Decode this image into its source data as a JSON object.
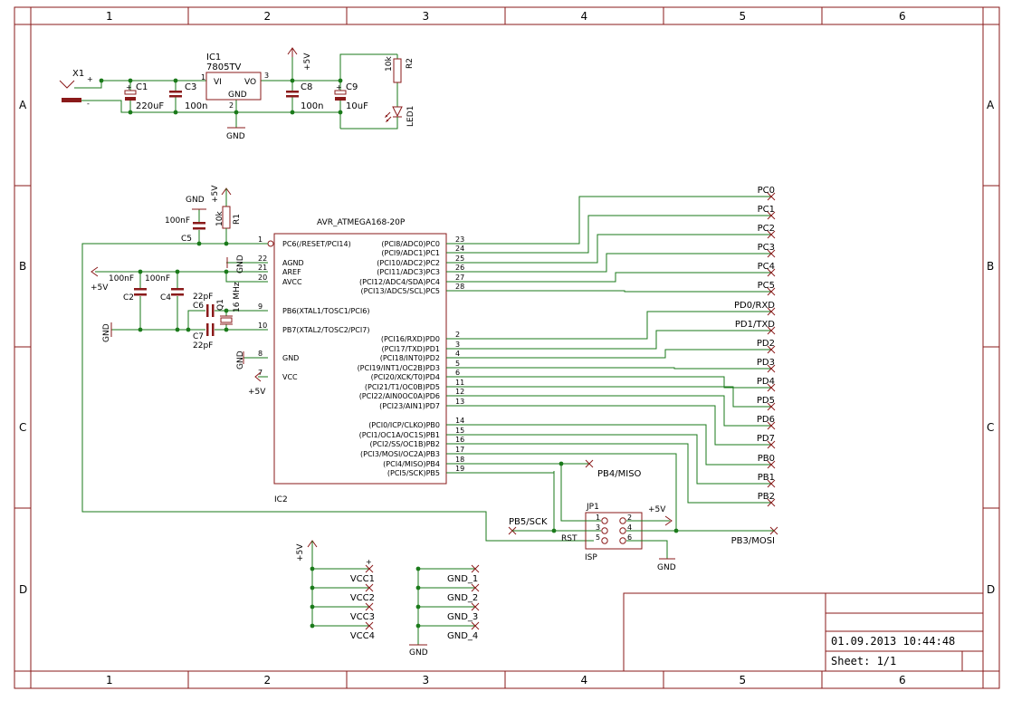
{
  "frame": {
    "columns": [
      "1",
      "2",
      "3",
      "4",
      "5",
      "6"
    ],
    "rows": [
      "A",
      "B",
      "C",
      "D"
    ]
  },
  "title_block": {
    "datetime": "01.09.2013 10:44:48",
    "sheet": "Sheet: 1/1"
  },
  "power": {
    "x1": "X1",
    "plus": "+",
    "minus": "-",
    "c1_name": "C1",
    "c1_value": "220uF",
    "c3_name": "C3",
    "c3_value": "100n",
    "ic1_name": "IC1",
    "ic1_type": "7805TV",
    "ic1_vi": "VI",
    "ic1_vo": "VO",
    "ic1_gnd": "GND",
    "ic1_pin1": "1",
    "ic1_pin2": "2",
    "ic1_pin3": "3",
    "c8_name": "C8",
    "c8_value": "100n",
    "c9_name": "C9",
    "c9_value": "10uF",
    "r2_name": "R2",
    "r2_value": "10k",
    "led1_name": "LED1",
    "plus5v": "+5V",
    "gnd": "GND"
  },
  "mcu": {
    "name": "AVR_ATMEGA168-20P",
    "ref": "IC2",
    "left_pins": [
      {
        "num": "1",
        "name": "PC6(/RESET/PCI14)"
      },
      {
        "num": "22",
        "name": "AGND"
      },
      {
        "num": "21",
        "name": "AREF"
      },
      {
        "num": "20",
        "name": "AVCC"
      },
      {
        "num": "9",
        "name": "PB6(XTAL1/TOSC1/PCI6)"
      },
      {
        "num": "10",
        "name": "PB7(XTAL2/TOSC2/PCI7)"
      },
      {
        "num": "8",
        "name": "GND"
      },
      {
        "num": "7",
        "name": "VCC"
      }
    ],
    "right_pins": [
      {
        "num": "23",
        "name": "(PCI8/ADC0)PC0",
        "net": "PC0"
      },
      {
        "num": "24",
        "name": "(PCI9/ADC1)PC1",
        "net": "PC1"
      },
      {
        "num": "25",
        "name": "(PCI10/ADC2)PC2",
        "net": "PC2"
      },
      {
        "num": "26",
        "name": "(PCI11/ADC3)PC3",
        "net": "PC3"
      },
      {
        "num": "27",
        "name": "(PCI12/ADC4/SDA)PC4",
        "net": "PC4"
      },
      {
        "num": "28",
        "name": "(PCI13/ADC5/SCL)PC5",
        "net": "PC5"
      },
      {
        "num": "2",
        "name": "(PCI16/RXD)PD0",
        "net": "PD0/RXD"
      },
      {
        "num": "3",
        "name": "(PCI17/TXD)PD1",
        "net": "PD1/TXD"
      },
      {
        "num": "4",
        "name": "(PCI18/INT0)PD2",
        "net": "PD2"
      },
      {
        "num": "5",
        "name": "(PCI19/INT1/OC2B)PD3",
        "net": "PD3"
      },
      {
        "num": "6",
        "name": "(PCI20/XCK/T0)PD4",
        "net": "PD4"
      },
      {
        "num": "11",
        "name": "(PCI21/T1/OC0B)PD5",
        "net": "PD5"
      },
      {
        "num": "12",
        "name": "(PCI22/AIN0OC0A)PD6",
        "net": "PD6"
      },
      {
        "num": "13",
        "name": "(PCI23/AIN1)PD7",
        "net": "PD7"
      },
      {
        "num": "14",
        "name": "(PCI0/ICP/CLKO)PB0",
        "net": "PB0"
      },
      {
        "num": "15",
        "name": "(PCI1/OC1A/OC1S)PB1",
        "net": "PB1"
      },
      {
        "num": "16",
        "name": "(PCI2/SS/OC1B)PB2",
        "net": "PB2"
      },
      {
        "num": "17",
        "name": "(PCI3/MOSI/OC2A)PB3",
        "net": "PB3/MOSI"
      },
      {
        "num": "18",
        "name": "(PCI4/MISO)PB4",
        "net": "PB4/MISO"
      },
      {
        "num": "19",
        "name": "(PCI5/SCK)PB5",
        "net": "PB5/SCK"
      }
    ]
  },
  "support": {
    "c5_name": "C5",
    "c5_value": "100nF",
    "r1_name": "R1",
    "r1_value": "10k",
    "c2_name": "C2",
    "c2_value": "100nF",
    "c4_name": "C4",
    "c4_value": "100nF",
    "c6_name": "C6",
    "c6_value": "22pF",
    "c7_name": "C7",
    "c7_value": "22pF",
    "q1_name": "Q1",
    "q1_value": "16 MHz",
    "plus5v": "+5V",
    "gnd": "GND"
  },
  "isp": {
    "name": "JP1",
    "label": "ISP",
    "rst": "RST",
    "pins": [
      "1",
      "2",
      "3",
      "4",
      "5",
      "6"
    ],
    "plus5v": "+5V",
    "gnd": "GND"
  },
  "vcc_block": {
    "plus5v": "+5V",
    "labels": [
      "VCC1",
      "VCC2",
      "VCC3",
      "VCC4"
    ],
    "plus": "+"
  },
  "gnd_block": {
    "labels": [
      "GND_1",
      "GND_2",
      "GND_3",
      "GND_4"
    ],
    "gnd": "GND"
  }
}
